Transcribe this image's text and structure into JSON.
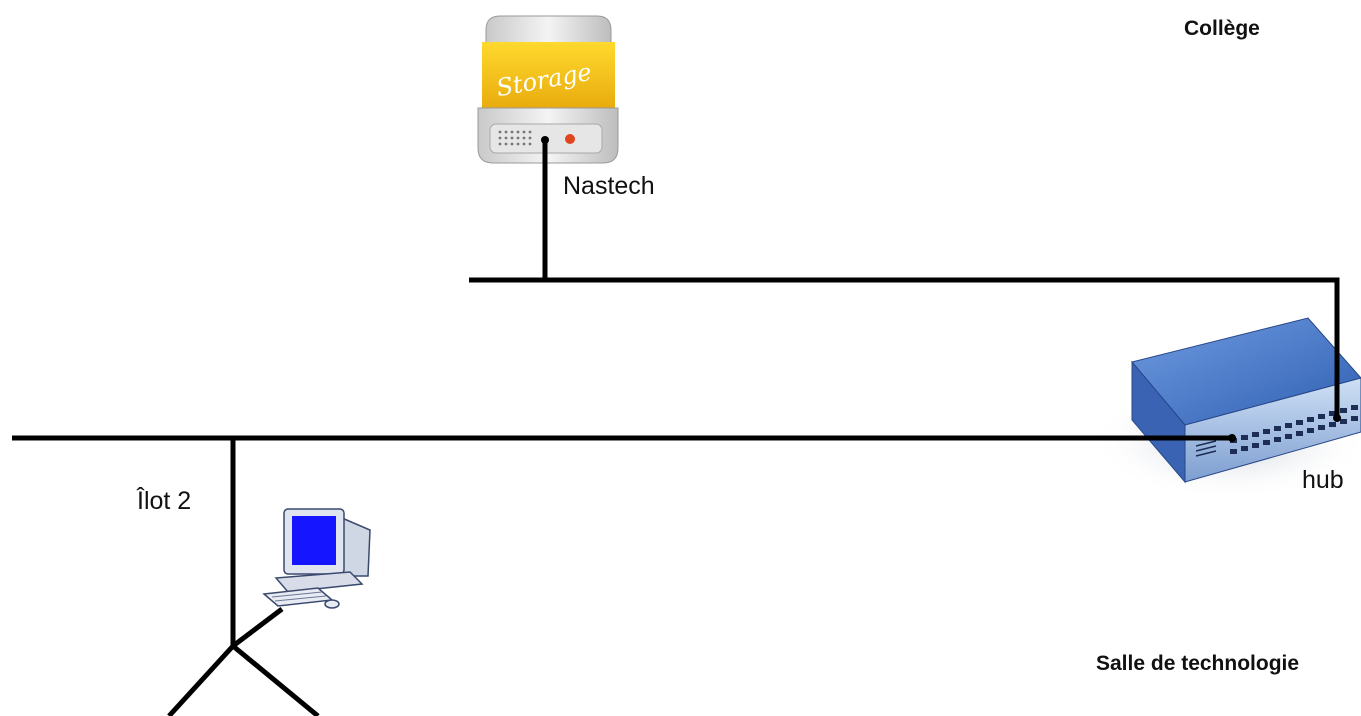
{
  "labels": {
    "college": "Collège",
    "nastech": "Nastech",
    "hub": "hub",
    "ilot": "Îlot 2",
    "salle": "Salle de technologie",
    "storage_brand": "Storage"
  },
  "devices": {
    "nas": {
      "icon": "nas-storage-icon",
      "accent": "#f7c419"
    },
    "hub": {
      "icon": "network-hub-icon",
      "accent": "#3f6fc0"
    },
    "workstation": {
      "icon": "desktop-computer-icon",
      "screen": "#1515ff"
    }
  },
  "colors": {
    "cable": "#000000",
    "background": "#ffffff"
  }
}
